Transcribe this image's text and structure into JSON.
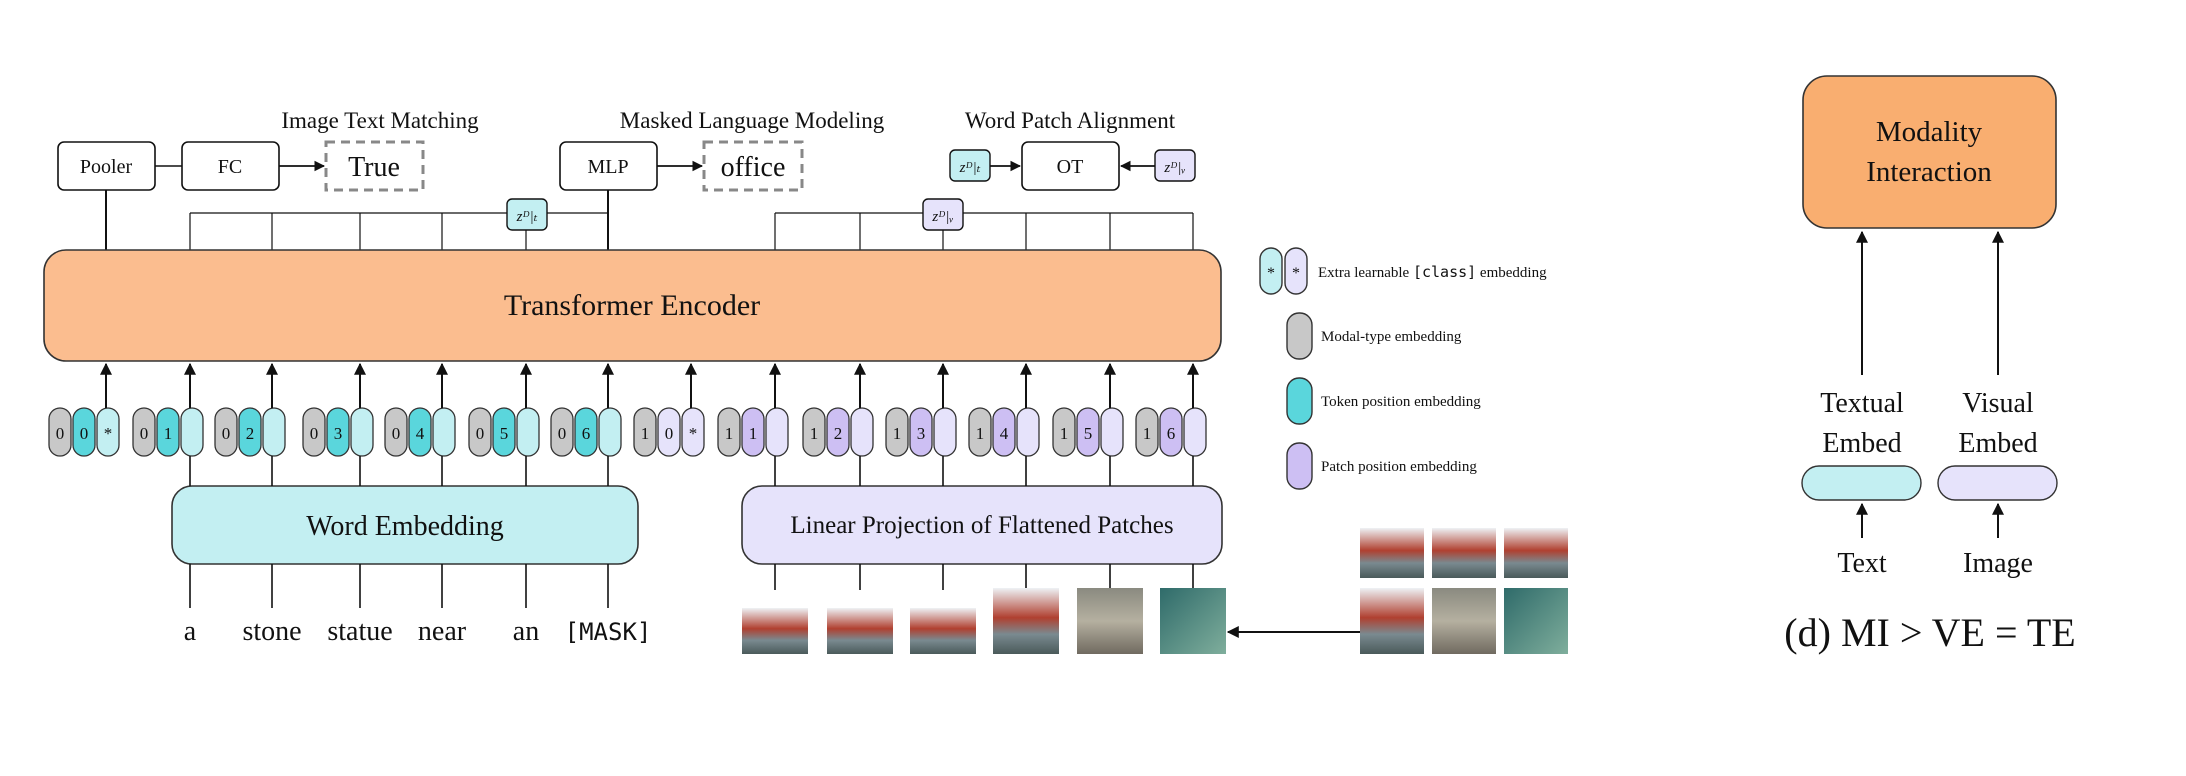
{
  "heads": {
    "itm_title": "Image Text Matching",
    "mlm_title": "Masked Language Modeling",
    "wpa_title": "Word Patch Alignment",
    "pooler": "Pooler",
    "fc": "FC",
    "true_out": "True",
    "mlp": "MLP",
    "office_out": "office",
    "ot": "OT",
    "zd_t": "zᴰ|ₜ",
    "zd_v": "zᴰ|ᵥ"
  },
  "encoder": {
    "label": "Transformer Encoder"
  },
  "text_tokens": [
    {
      "type": "0",
      "pos": "*"
    },
    {
      "type": "0",
      "pos": "1"
    },
    {
      "type": "0",
      "pos": "2"
    },
    {
      "type": "0",
      "pos": "3"
    },
    {
      "type": "0",
      "pos": "4"
    },
    {
      "type": "0",
      "pos": "5"
    },
    {
      "type": "0",
      "pos": "6"
    }
  ],
  "image_tokens": [
    {
      "type": "1",
      "pos": "0",
      "cls": "*"
    },
    {
      "type": "1",
      "pos": "1"
    },
    {
      "type": "1",
      "pos": "2"
    },
    {
      "type": "1",
      "pos": "3"
    },
    {
      "type": "1",
      "pos": "4"
    },
    {
      "type": "1",
      "pos": "5"
    },
    {
      "type": "1",
      "pos": "6"
    }
  ],
  "word_embedding": "Word Embedding",
  "linear_projection": "Linear Projection of Flattened Patches",
  "words": [
    "a",
    "stone",
    "statue",
    "near",
    "an",
    "[MASK]"
  ],
  "legend": {
    "cls_star": "*",
    "cls_pre": "Extra learnable ",
    "cls_code": "[class]",
    "cls_post": " embedding",
    "modal": "Modal-type embedding",
    "token": "Token position embedding",
    "patch": "Patch position embedding"
  },
  "mi_panel": {
    "box_line1": "Modality",
    "box_line2": "Interaction",
    "textual_line1": "Textual",
    "textual_line2": "Embed",
    "visual_line1": "Visual",
    "visual_line2": "Embed",
    "text_in": "Text",
    "image_in": "Image",
    "caption": "(d) MI > VE = TE"
  },
  "colors": {
    "encoder_fill": "#fbbd8f",
    "word_fill": "#c3eff2",
    "patch_fill": "#e6e3fb",
    "modal_gray": "#c8c8c8",
    "token_teal": "#5ad6dc",
    "patch_purple": "#cdbff3",
    "mi_fill": "#f9ae70"
  }
}
